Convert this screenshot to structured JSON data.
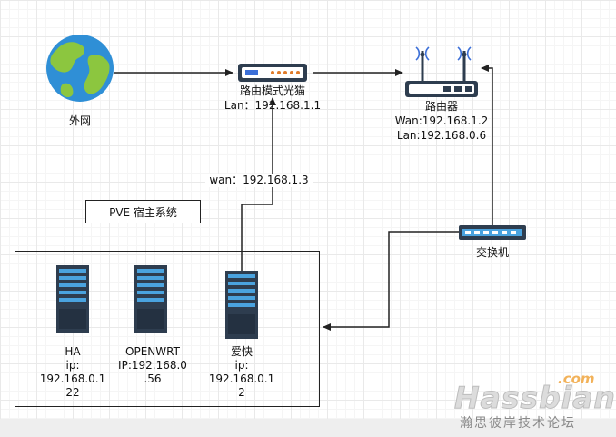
{
  "nodes": {
    "internet": {
      "label": "外网"
    },
    "modem": {
      "name": "路由模式光猫",
      "lan": "Lan：192.168.1.1"
    },
    "router": {
      "name": "路由器",
      "wan": "Wan:192.168.1.2",
      "lan": "Lan:192.168.0.6"
    },
    "switch": {
      "name": "交换机"
    },
    "wan_link": {
      "label": "wan：192.168.1.3"
    },
    "pve_host": {
      "label": "PVE 宿主系统"
    },
    "servers": [
      {
        "line1": "HA",
        "line2": "ip:",
        "line3": "192.168.0.1",
        "line4": "22"
      },
      {
        "line1": "OPENWRT",
        "line2": "IP:192.168.0",
        "line3": ".56",
        "line4": ""
      },
      {
        "line1": "爱快",
        "line2": "ip:",
        "line3": "192.168.0.1",
        "line4": "2"
      }
    ]
  },
  "watermark": {
    "logo": "Hassbian",
    "suffix": ".com",
    "subtitle": "瀚思彼岸技术论坛"
  },
  "colors": {
    "line": "#222222",
    "globe_ocean": "#2f8fd6",
    "globe_land": "#8cc63f",
    "server_body": "#2e3d4f",
    "server_bay": "#4aa3df",
    "device_accent": "#3b6fd8"
  }
}
